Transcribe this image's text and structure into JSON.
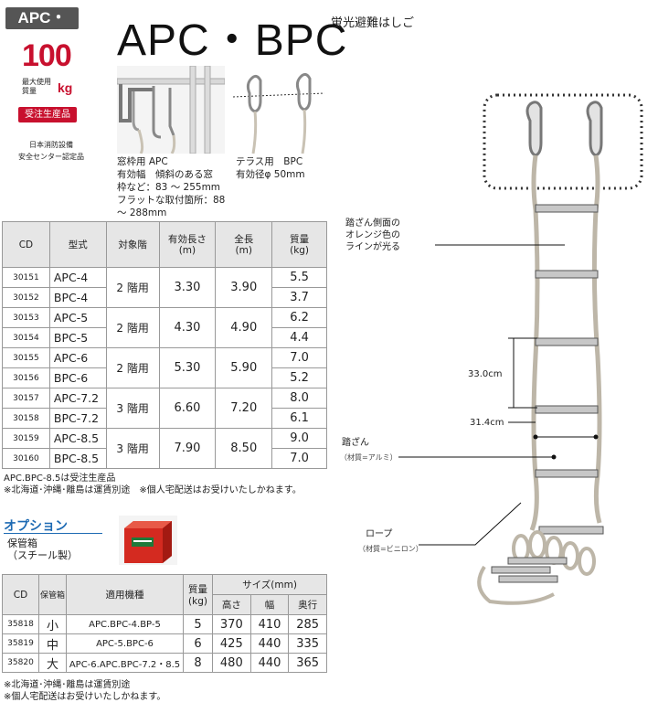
{
  "header": {
    "badge": "APC・BPC",
    "max_load": "100",
    "max_load_caption": "最大使用質量",
    "max_load_unit": "kg",
    "order_badge": "受注生産品",
    "certification": [
      "日本消防設備",
      "安全センター認定品"
    ],
    "title": "APC・BPC",
    "subtitle": "蛍光避難はしご"
  },
  "products": {
    "apc_lines": [
      "窓枠用 APC",
      "有効幅　傾斜のある窓",
      "枠など：83 ～ 255mm",
      "フラットな取付箇所：88",
      "～ 288mm"
    ],
    "bpc_lines": [
      "テラス用　BPC",
      "有効径φ 50mm"
    ]
  },
  "spec_table": {
    "headers": [
      "CD",
      "型式",
      "対象階",
      "有効長さ\n(m)",
      "全長\n(m)",
      "質量\n(kg)"
    ],
    "groups": [
      {
        "floor": "2 階用",
        "effective": "3.30",
        "total": "3.90",
        "rows": [
          {
            "cd": "30151",
            "model": "APC-4",
            "weight": "5.5"
          },
          {
            "cd": "30152",
            "model": "BPC-4",
            "weight": "3.7"
          }
        ]
      },
      {
        "floor": "2 階用",
        "effective": "4.30",
        "total": "4.90",
        "rows": [
          {
            "cd": "30153",
            "model": "APC-5",
            "weight": "6.2"
          },
          {
            "cd": "30154",
            "model": "BPC-5",
            "weight": "4.4"
          }
        ]
      },
      {
        "floor": "2 階用",
        "effective": "5.30",
        "total": "5.90",
        "rows": [
          {
            "cd": "30155",
            "model": "APC-6",
            "weight": "7.0"
          },
          {
            "cd": "30156",
            "model": "BPC-6",
            "weight": "5.2"
          }
        ]
      },
      {
        "floor": "3 階用",
        "effective": "6.60",
        "total": "7.20",
        "rows": [
          {
            "cd": "30157",
            "model": "APC-7.2",
            "weight": "8.0"
          },
          {
            "cd": "30158",
            "model": "BPC-7.2",
            "weight": "6.1"
          }
        ]
      },
      {
        "floor": "3 階用",
        "effective": "7.90",
        "total": "8.50",
        "rows": [
          {
            "cd": "30159",
            "model": "APC-8.5",
            "weight": "9.0"
          },
          {
            "cd": "30160",
            "model": "BPC-8.5",
            "weight": "7.0"
          }
        ]
      }
    ],
    "notes": [
      "APC.BPC-8.5は受注生産品",
      "※北海道･沖縄･離島は運賃別途　※個人宅配送はお受けいたしかねます。"
    ]
  },
  "option": {
    "title": "オプション",
    "desc": [
      "保管箱",
      "（スチール製）"
    ],
    "table": {
      "headers": {
        "cd": "CD",
        "box": "保管箱",
        "app": "適用機種",
        "weight": "質量\n(kg)",
        "size": "サイズ(mm)",
        "h": "高さ",
        "w": "幅",
        "d": "奥行"
      },
      "rows": [
        {
          "cd": "35818",
          "box": "小",
          "app": "APC.BPC-4.BP-5",
          "weight": "5",
          "h": "370",
          "w": "410",
          "d": "285"
        },
        {
          "cd": "35819",
          "box": "中",
          "app": "APC-5.BPC-6",
          "weight": "6",
          "h": "425",
          "w": "440",
          "d": "335"
        },
        {
          "cd": "35820",
          "box": "大",
          "app": "APC-6.APC.BPC-7.2・8.5",
          "weight": "8",
          "h": "480",
          "w": "440",
          "d": "365"
        }
      ]
    },
    "notes": [
      "※北海道･沖縄･離島は運賃別途",
      "※個人宅配送はお受けいたしかねます。"
    ]
  },
  "diagram": {
    "orange_line_label": [
      "踏ざん側面の",
      "オレンジ色の",
      "ラインが光る"
    ],
    "rung_spacing": "33.0cm",
    "rung_width": "31.4cm",
    "rung_label": "踏ざん",
    "rung_material": "（材質=アルミ）",
    "rope_label": "ロープ",
    "rope_material": "（材質=ビニロン）"
  },
  "colors": {
    "brand_red": "#c8102e",
    "option_blue": "#1d6ab3",
    "header_gray": "#e6e6e6",
    "badge_gray": "#555555"
  }
}
